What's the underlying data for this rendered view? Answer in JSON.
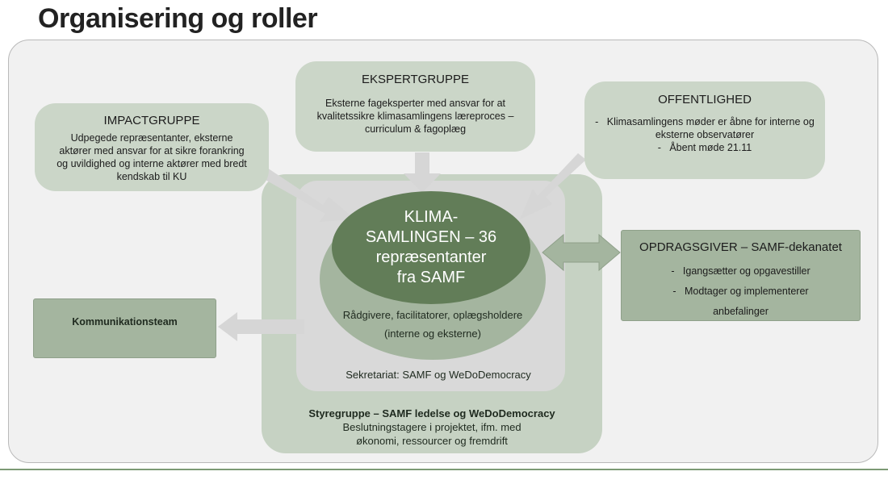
{
  "title": "Organisering og roller",
  "impactgruppe": {
    "heading": "IMPACTGRUPPE",
    "lines": [
      "Udpegede repræsentanter, eksterne",
      "aktører med ansvar for at sikre forankring",
      "og uvildighed og interne aktører med bredt",
      "kendskab til KU"
    ]
  },
  "ekspertgruppe": {
    "heading": "EKSPERTGRUPPE",
    "lines": [
      "Eksterne fageksperter med ansvar for at",
      "kvalitetssikre klimasamlingens læreproces –",
      "curriculum & fagoplæg"
    ]
  },
  "offentlighed": {
    "heading": "OFFENTLIGHED",
    "items": [
      "Klimasamlingens møder er åbne for interne og",
      "eksterne observatører",
      "Åbent møde 21.11"
    ]
  },
  "klimasamlingen": {
    "lines": [
      "KLIMA-",
      "SAMLINGEN – 36",
      "repræsentanter",
      "fra SAMF"
    ]
  },
  "raadgivere": {
    "line1": "Rådgivere, facilitatorer, oplægsholdere",
    "line2": "(interne og eksterne)"
  },
  "sekretariat": "Sekretariat: SAMF og WeDoDemocracy",
  "styregruppe": {
    "heading": "Styregruppe – SAMF ledelse og WeDoDemocracy",
    "line1": "Beslutningstagere i projektet, ifm. med",
    "line2": "økonomi,  ressourcer og fremdrift"
  },
  "opdragsgiver": {
    "heading": "OPDRAGSGIVER – SAMF-dekanatet",
    "items": [
      "Igangsætter og opgavestiller",
      "Modtager og implementerer",
      "anbefalinger"
    ]
  },
  "kommunikationsteam": "Kommunikationsteam",
  "colors": {
    "light_box": "#cbd6c8",
    "mid_green": "#a4b59f",
    "dark_green": "#627d58",
    "arrow_grey": "#d6d6d6",
    "frame_bg": "#f1f1f1"
  }
}
